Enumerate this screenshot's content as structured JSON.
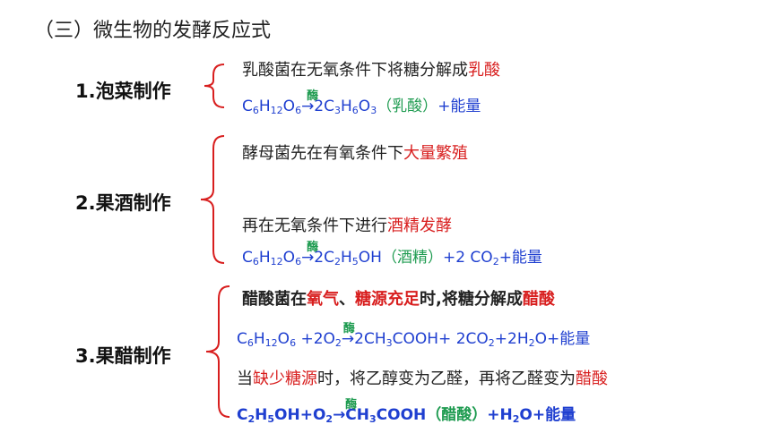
{
  "heading": "（三）微生物的发酵反应式",
  "enzyme_label": "酶",
  "sections": [
    {
      "label": "1.泡菜制作",
      "line1": {
        "plain": "乳酸菌在无氧条件下将糖分解成",
        "red": "乳酸"
      },
      "equation": {
        "parts": [
          "C",
          "6",
          "H",
          "12",
          "O",
          "6",
          " →2C",
          "3",
          "H",
          "6",
          "O",
          "3"
        ],
        "product_note": "（乳酸）",
        "tail": "+能量"
      }
    },
    {
      "label": "2.果酒制作",
      "line1": {
        "plain": "酵母菌先在有氧条件下",
        "red": "大量繁殖"
      },
      "line2": {
        "plain": "再在无氧条件下进行",
        "red": "酒精发酵"
      },
      "equation": {
        "parts": [
          "C",
          "6",
          "H",
          "12",
          "O",
          "6",
          " →2C",
          "2",
          "H",
          "5",
          "OH"
        ],
        "product_note": "（酒精）",
        "tail_a": "+2 CO",
        "tail_sub": "2",
        "tail_b": "+能量"
      }
    },
    {
      "label": "3.果醋制作",
      "line1": {
        "a": "醋酸菌在",
        "b": "氧气",
        "c": "、",
        "d": "糖源充足",
        "e": "时,将糖分解成",
        "f": "醋酸"
      },
      "equation1": {
        "a": "C",
        "a1": "6",
        "b": "H",
        "b1": "12",
        "c": "O",
        "c1": "6",
        "d": " +2O",
        "d1": "2",
        "e": "→2CH",
        "e1": "3",
        "f": "COOH+ 2CO",
        "f1": "2",
        "g": "+2H",
        "g1": "2",
        "h": "O+能量"
      },
      "line2": {
        "a": "当",
        "b": "缺少糖源",
        "c": "时，将乙醇变为乙醛，再将乙醛变为",
        "d": "醋酸"
      },
      "equation2": {
        "a": "C",
        "a1": "2",
        "b": "H",
        "b1": "5",
        "c": "OH+O",
        "c1": "2",
        "d": " →CH",
        "d1": "3",
        "e": "COOH",
        "note": "（醋酸）",
        "f": "+H",
        "f1": "2",
        "g": "O+能量"
      }
    }
  ]
}
